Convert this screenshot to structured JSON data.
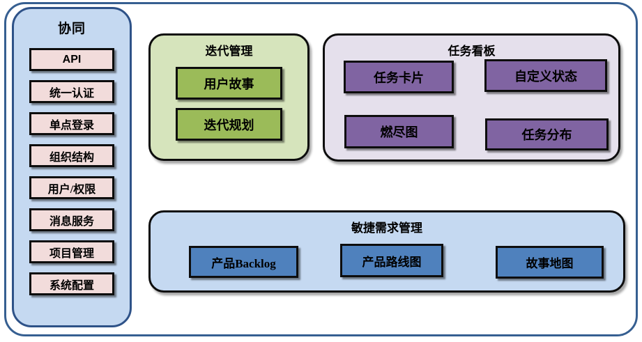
{
  "sidebar": {
    "title": "协同",
    "items": [
      {
        "label": "API"
      },
      {
        "label": "统一认证"
      },
      {
        "label": "单点登录"
      },
      {
        "label": "组织结构"
      },
      {
        "label": "用户/权限"
      },
      {
        "label": "消息服务"
      },
      {
        "label": "项目管理"
      },
      {
        "label": "系统配置"
      }
    ]
  },
  "iteration_panel": {
    "title": "迭代管理",
    "items": [
      {
        "label": "用户故事"
      },
      {
        "label": "迭代规划"
      }
    ]
  },
  "task_board_panel": {
    "title": "任务看板",
    "items": [
      {
        "label": "任务卡片"
      },
      {
        "label": "自定义状态"
      },
      {
        "label": "燃尽图"
      },
      {
        "label": "任务分布"
      }
    ]
  },
  "requirements_panel": {
    "title": "敏捷需求管理",
    "items": [
      {
        "label": "产品Backlog"
      },
      {
        "label": "产品路线图"
      },
      {
        "label": "故事地图"
      }
    ]
  },
  "colors": {
    "frame_border": "#365f91",
    "sidebar_bg": "#c5d9f1",
    "sidebar_border": "#2e5288",
    "pink_box": "#f2dcdb",
    "green_panel": "#d6e4bc",
    "green_box": "#9bbb59",
    "purple_panel": "#e5e0ec",
    "purple_box": "#8064a2",
    "blue_panel": "#c5d9f1",
    "blue_box": "#4f81bd",
    "box_border": "#0d0d0d"
  }
}
